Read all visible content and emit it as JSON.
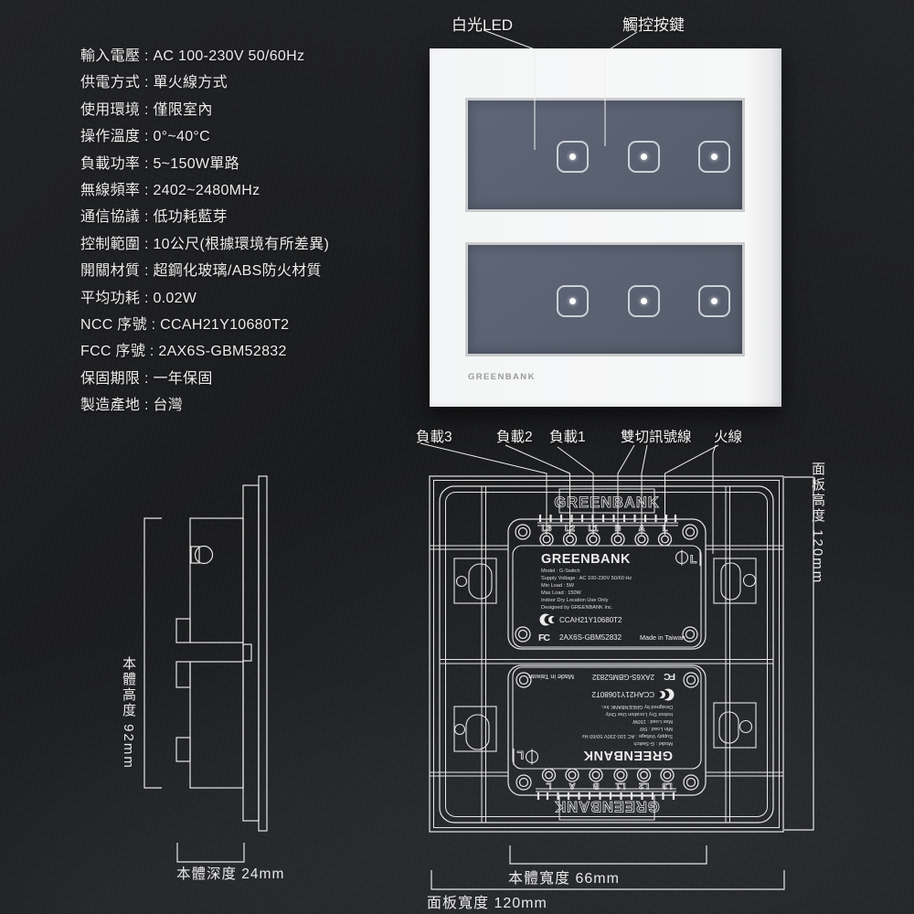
{
  "colors": {
    "line": "#e9e9e9",
    "glass": "#5b6173",
    "panel": "#f7f7f7",
    "background": "#1d1e20",
    "spec_text": "#ededed"
  },
  "specs": {
    "separator": " : ",
    "items": [
      {
        "label": "輸入電壓",
        "value": "AC 100-230V 50/60Hz"
      },
      {
        "label": "供電方式",
        "value": "單火線方式"
      },
      {
        "label": "使用環境",
        "value": "僅限室內"
      },
      {
        "label": "操作溫度",
        "value": "0°~40°C"
      },
      {
        "label": "負載功率",
        "value": "5~150W單路"
      },
      {
        "label": "無線頻率",
        "value": "2402~2480MHz"
      },
      {
        "label": "通信協議",
        "value": "低功耗藍芽"
      },
      {
        "label": "控制範圍",
        "value": "10公尺(根據環境有所差異)"
      },
      {
        "label": "開關材質",
        "value": "超鋼化玻璃/ABS防火材質"
      },
      {
        "label": "平均功耗",
        "value": "0.02W"
      },
      {
        "label": "NCC 序號",
        "value": "CCAH21Y10680T2"
      },
      {
        "label": "FCC 序號",
        "value": "2AX6S-GBM52832"
      },
      {
        "label": "保固期限",
        "value": "一年保固"
      },
      {
        "label": "製造產地",
        "value": "台灣"
      }
    ]
  },
  "front": {
    "brand": "GREENBANK",
    "callout_led": "白光LED",
    "callout_touch": "觸控按鍵"
  },
  "rear": {
    "brand_outline": "GREENBANK",
    "callouts": [
      "負載3",
      "負載2",
      "負載1",
      "雙切訊號線",
      "火線"
    ],
    "terminals": [
      "L3",
      "L2",
      "L1",
      "B",
      "A",
      "L"
    ],
    "l_mark": "L",
    "label": {
      "brand": "GREENBANK",
      "line_model": "Model : G-Switch",
      "line_voltage": "Supply Voltage : AC 100-230V 50/60 Hz",
      "line_min": "Min Load : 5W",
      "line_max": "Max Load : 150W",
      "line_indoor": "Indoor Dry Location Use Only",
      "line_designed": "Designed by GREENBANK Inc.",
      "fcc_logo": "FC",
      "ncc_id": "CCAH21Y10680T2",
      "fcc_id": "2AX6S-GBM52832",
      "made_in": "Made in Taiwan"
    },
    "dims": {
      "panel_height": "面板高度 120mm",
      "body_width": "本體寬度 66mm",
      "panel_width": "面板寬度 120mm"
    }
  },
  "side": {
    "dims": {
      "body_height": "本體高度 92mm",
      "body_depth": "本體深度 24mm"
    }
  }
}
